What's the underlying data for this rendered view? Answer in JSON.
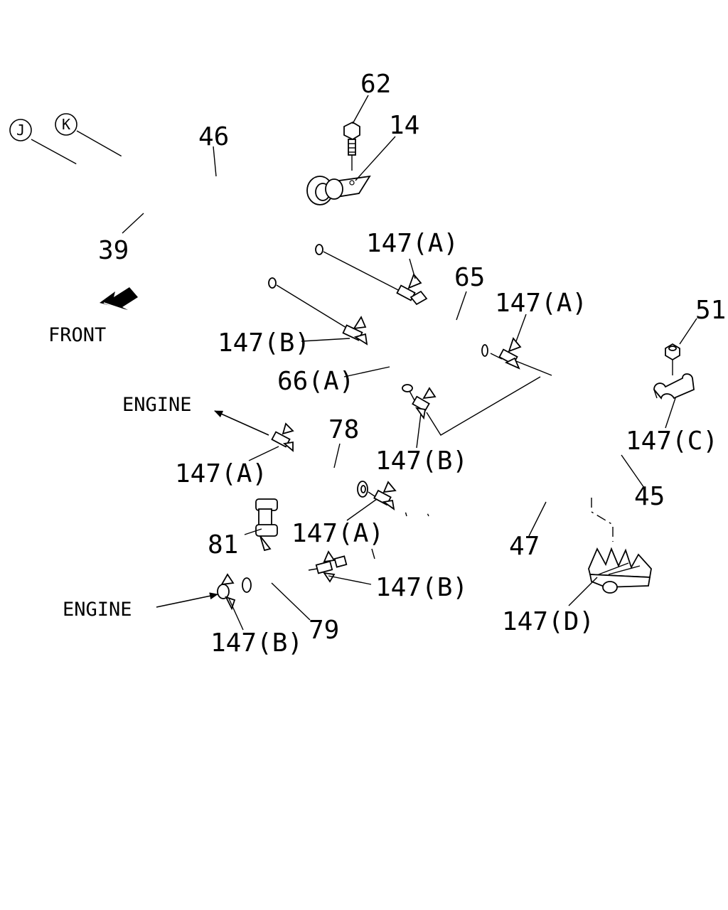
{
  "connectors": {
    "j": "J",
    "k": "K"
  },
  "labels": {
    "p62": "62",
    "p14": "14",
    "p46": "46",
    "p39": "39",
    "p65": "65",
    "p147a_1": "147(A)",
    "p147a_2": "147(A)",
    "p51": "51",
    "p147b_1": "147(B)",
    "p66a": "66(A)",
    "p78": "78",
    "p147b_2": "147(B)",
    "p147c": "147(C)",
    "p147a_3": "147(A)",
    "p45": "45",
    "p81": "81",
    "p147a_4": "147(A)",
    "p47": "47",
    "p147b_3": "147(B)",
    "p147d": "147(D)",
    "p79": "79",
    "p147b_4": "147(B)"
  },
  "annotations": {
    "front": "FRONT",
    "engine_upper": "ENGINE",
    "engine_lower": "ENGINE"
  }
}
